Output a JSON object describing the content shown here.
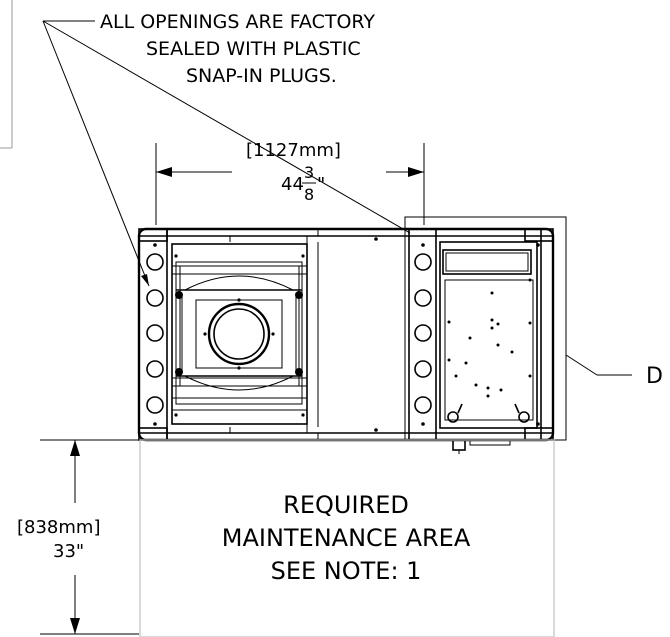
{
  "note": {
    "line1": "ALL OPENINGS ARE FACTORY",
    "line2": "SEALED WITH  PLASTIC",
    "line3": "SNAP-IN PLUGS."
  },
  "width_dimension": {
    "metric": "[1127mm]",
    "imperial_whole": "44",
    "imperial_numerator": "3",
    "imperial_denominator": "8",
    "imperial_unit": "\""
  },
  "depth_dimension": {
    "metric": "[838mm]",
    "imperial": "33\""
  },
  "maintenance_area": {
    "line1": "REQUIRED",
    "line2": "MAINTENANCE AREA",
    "line3": "SEE NOTE: 1"
  },
  "detail_callout": {
    "label": "D"
  }
}
